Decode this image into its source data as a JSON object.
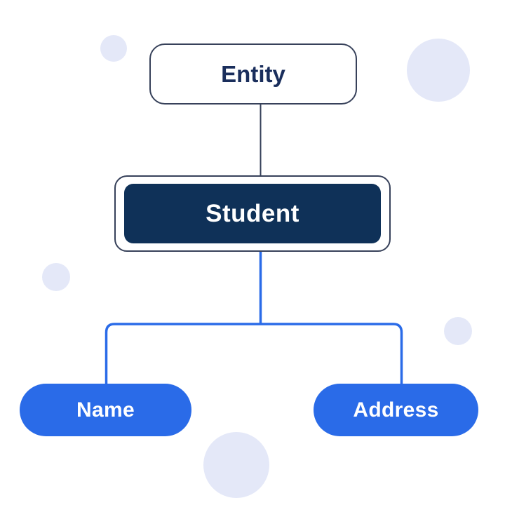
{
  "diagram": {
    "type": "hierarchy",
    "nodes": {
      "entity": {
        "label": "Entity",
        "role": "concept-root"
      },
      "student": {
        "label": "Student",
        "role": "entity"
      },
      "name": {
        "label": "Name",
        "role": "attribute"
      },
      "address": {
        "label": "Address",
        "role": "attribute"
      }
    },
    "edges": [
      {
        "from": "entity",
        "to": "student",
        "style": "thin-dark"
      },
      {
        "from": "student",
        "to": "name",
        "style": "blue-elbow"
      },
      {
        "from": "student",
        "to": "address",
        "style": "blue-elbow"
      }
    ]
  },
  "colors": {
    "accent_blue": "#2A6BE8",
    "navy_fill": "#0F3158",
    "box_border": "#37415A",
    "title_text": "#1A2E5C",
    "node_text_light": "#FFFFFF",
    "circle_fill": "#E4E8F8",
    "background": "#FFFFFF"
  }
}
